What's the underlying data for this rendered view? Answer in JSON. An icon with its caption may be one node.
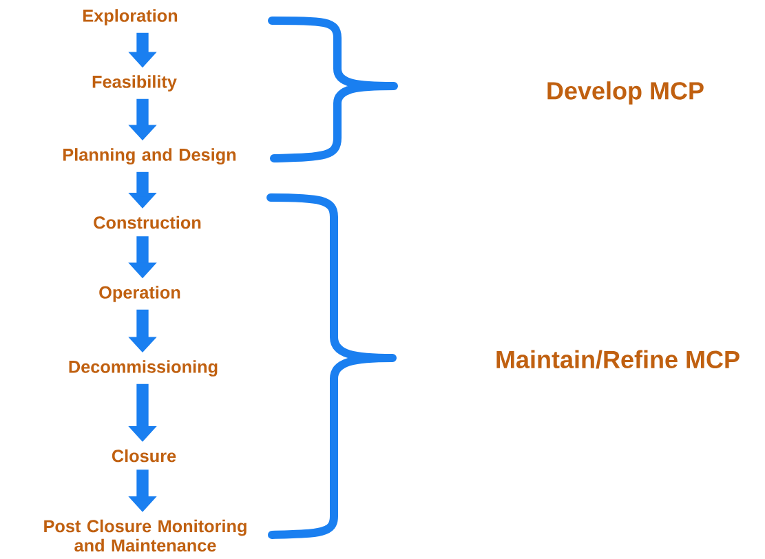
{
  "diagram": {
    "nodes": [
      {
        "text": [
          "Exploration"
        ]
      },
      {
        "text": [
          "Feasibility"
        ]
      },
      {
        "text": [
          "Planning and Design"
        ]
      },
      {
        "text": [
          "Construction"
        ]
      },
      {
        "text": [
          "Operation"
        ]
      },
      {
        "text": [
          "Decommissioning"
        ]
      },
      {
        "text": [
          "Closure"
        ]
      },
      {
        "text": [
          "Post Closure Monitoring and Maintenance"
        ]
      }
    ],
    "edges": [
      {
        "from": 0,
        "to": 1,
        "arrow": "to"
      },
      {
        "from": 1,
        "to": 2,
        "arrow": "to"
      },
      {
        "from": 2,
        "to": 3,
        "arrow": "to"
      },
      {
        "from": 3,
        "to": 4,
        "arrow": "to"
      },
      {
        "from": 4,
        "to": 5,
        "arrow": "to"
      },
      {
        "from": 5,
        "to": 6,
        "arrow": "to"
      },
      {
        "from": 6,
        "to": 7,
        "arrow": "to"
      }
    ],
    "labels": [
      "Develop MCP",
      "Maintain/Refine MCP"
    ]
  }
}
